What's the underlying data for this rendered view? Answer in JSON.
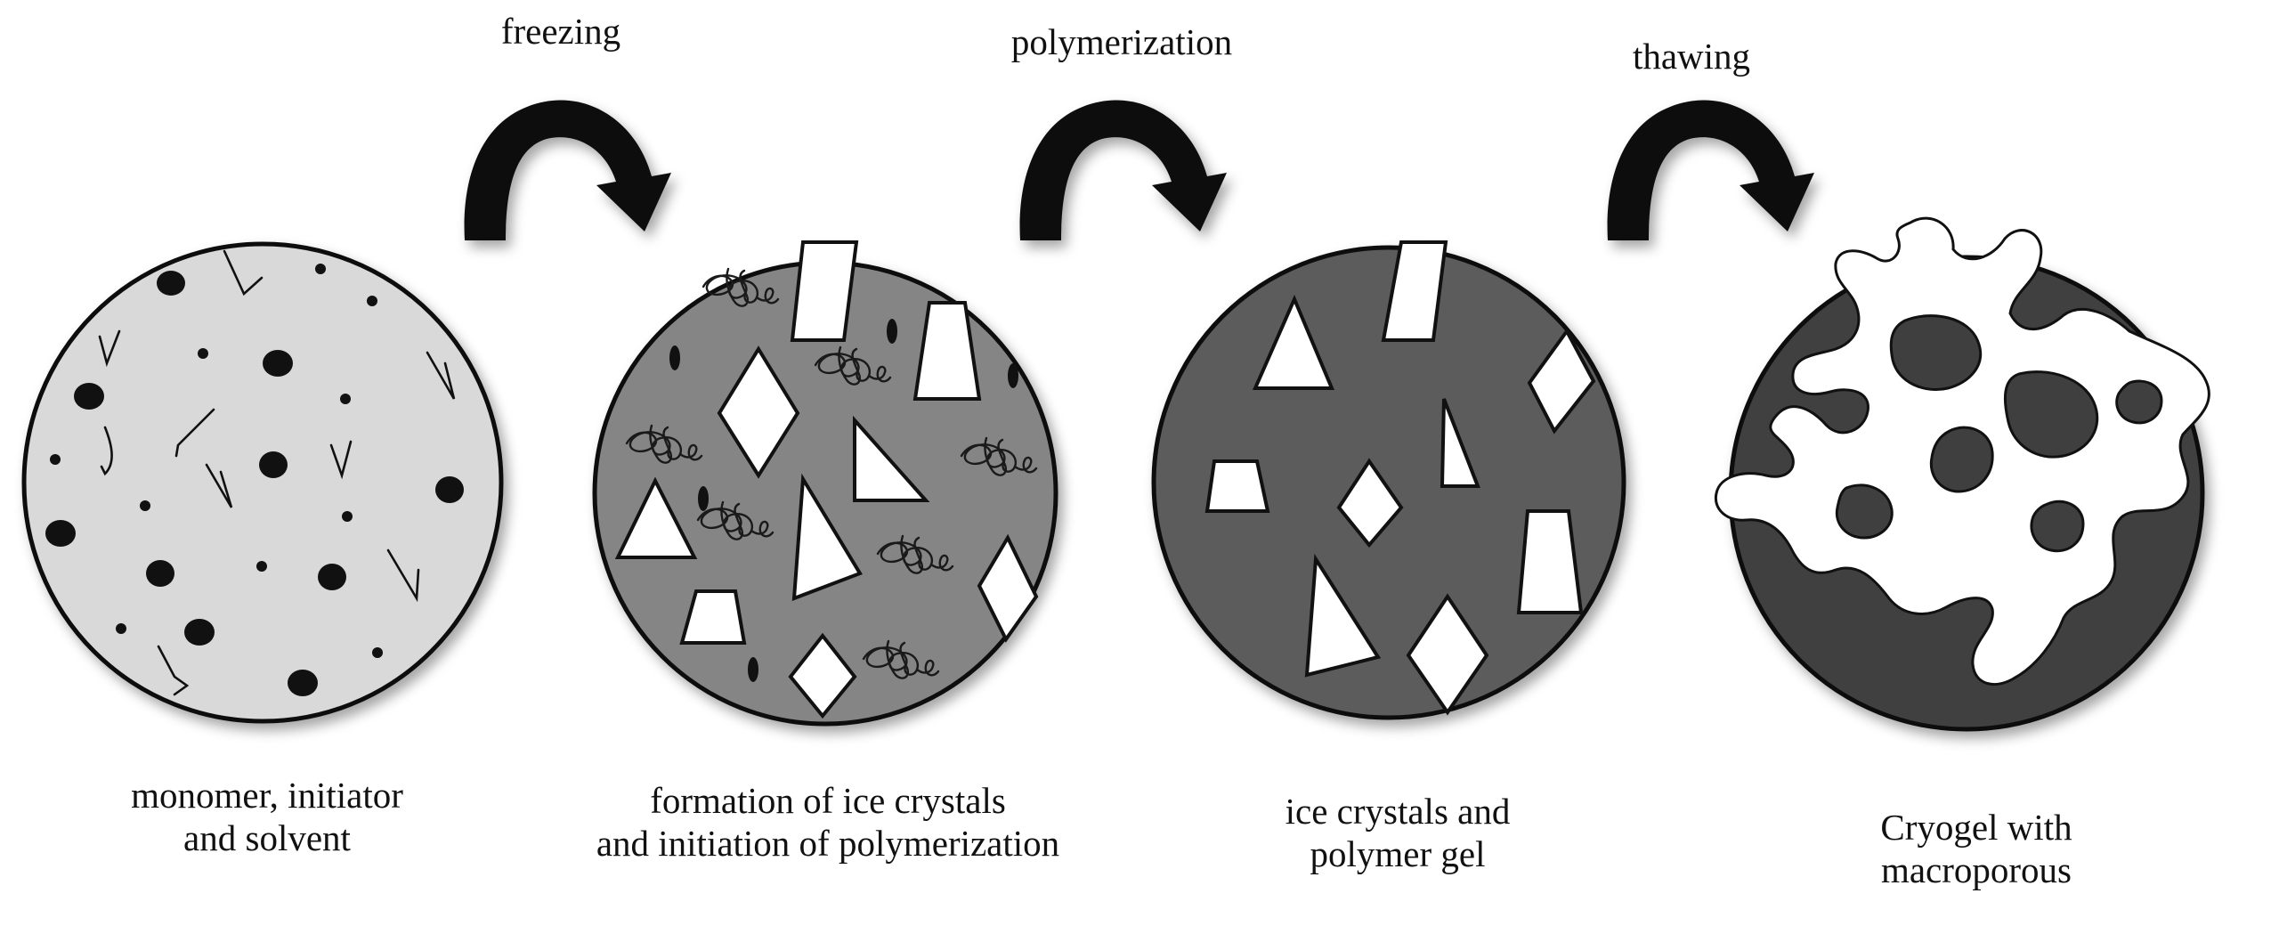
{
  "steps": [
    {
      "label": "freezing"
    },
    {
      "label": "polymerization"
    },
    {
      "label": "thawing"
    }
  ],
  "stages": [
    {
      "caption": [
        "monomer, initiator",
        "and solvent"
      ]
    },
    {
      "caption": [
        "formation of ice crystals",
        "and initiation of polymerization"
      ]
    },
    {
      "caption": [
        "ice crystals and",
        "polymer gel"
      ]
    },
    {
      "caption": [
        "Cryogel with",
        "macroporous"
      ]
    }
  ],
  "colors": {
    "stage1_fill": "#d9d9d9",
    "stage2_fill": "#858585",
    "stage3_fill": "#5c5c5c",
    "stage4_fill": "#3f3f3f",
    "ice_crystal": "#ffffff",
    "outline": "#111111",
    "arrow": "#111111"
  }
}
